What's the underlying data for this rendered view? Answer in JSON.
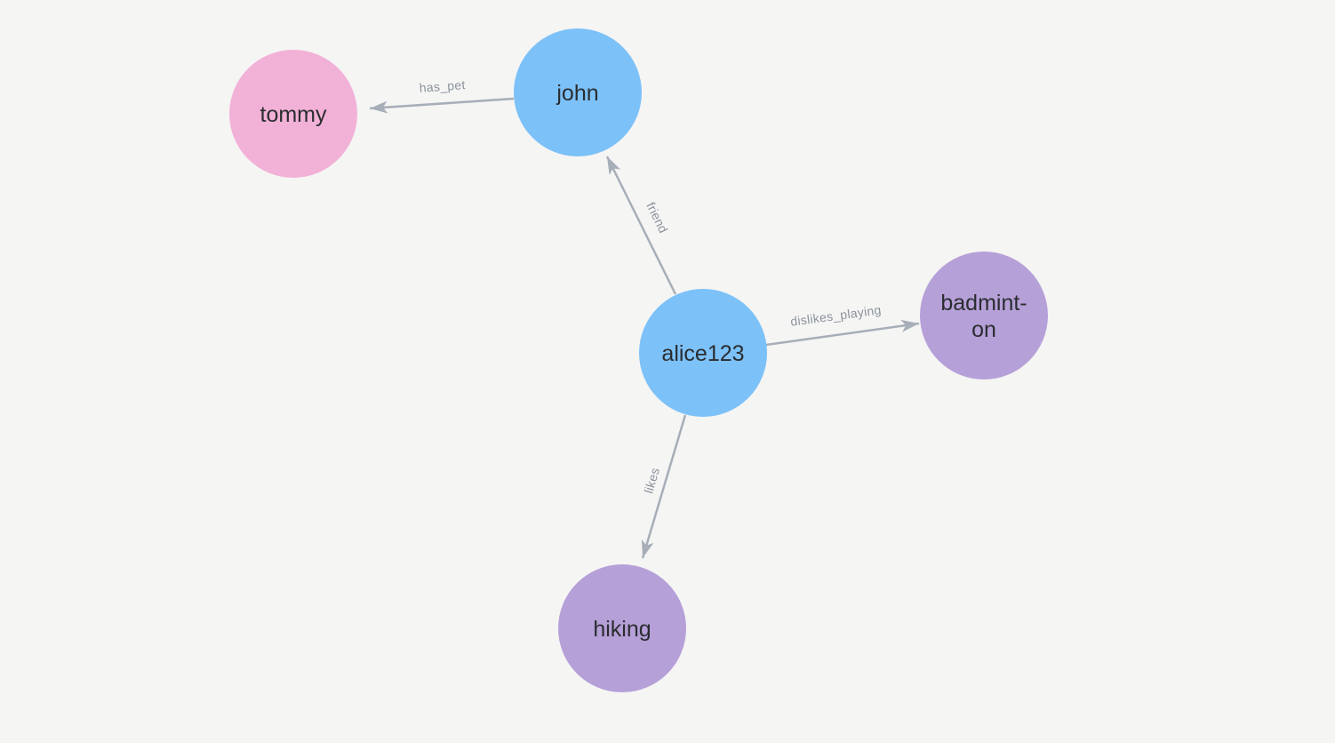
{
  "canvas": {
    "background_color": "#f5f5f4"
  },
  "colors": {
    "person_node": "#7cc1f8",
    "pet_node": "#f2b1d7",
    "hobby_node": "#b6a0d8",
    "edge": "#a7aeb8",
    "edge_label": "#8b929b",
    "node_label": "#2a2d30"
  },
  "graph": {
    "nodes": [
      {
        "id": "tommy",
        "label": "tommy"
      },
      {
        "id": "john",
        "label": "john"
      },
      {
        "id": "alice123",
        "label": "alice123"
      },
      {
        "id": "badminton",
        "label": "badminton",
        "line1": "badmint-",
        "line2": "on"
      },
      {
        "id": "hiking",
        "label": "hiking"
      }
    ],
    "edges": [
      {
        "from": "john",
        "to": "tommy",
        "label": "has_pet"
      },
      {
        "from": "alice123",
        "to": "john",
        "label": "friend"
      },
      {
        "from": "alice123",
        "to": "badminton",
        "label": "dislikes_playing"
      },
      {
        "from": "alice123",
        "to": "hiking",
        "label": "likes"
      }
    ]
  }
}
